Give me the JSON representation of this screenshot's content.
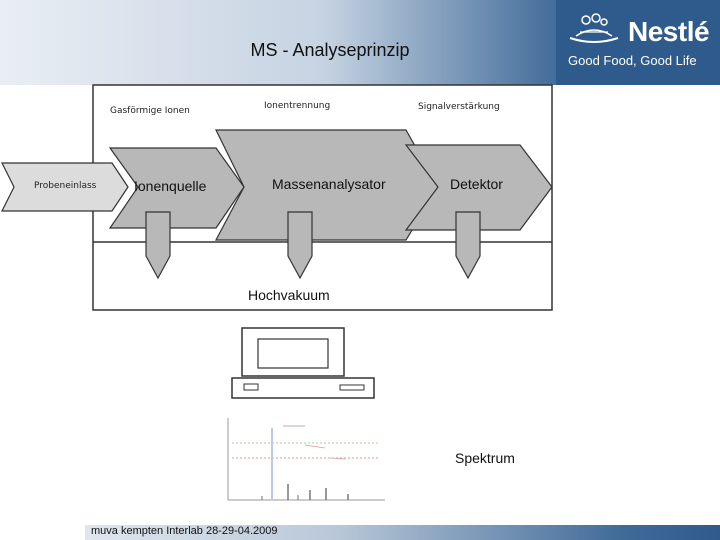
{
  "slide": {
    "title": "MS - Analyseprinzip",
    "footer": "muva kempten Interlab 28-29-04.2009"
  },
  "logo": {
    "brand": "Nestlé",
    "tagline": "Good Food, Good Life",
    "colors": {
      "band": "#2f5b8c",
      "text": "#ffffff"
    }
  },
  "diagram": {
    "top_labels": {
      "gas_ions": "Gasförmige Ionen",
      "ion_separation": "Ionentrennung",
      "signal_amp": "Signalverstärkung"
    },
    "stages": {
      "inlet": "Probeneinlass",
      "ion_source": "Ionenquelle",
      "mass_analyzer": "Massenanalysator",
      "detector": "Detektor"
    },
    "vacuum": "Hochvakuum",
    "spectrum": "Spektrum",
    "colors": {
      "arrow_fill": "#b8b8b8",
      "arrow_stroke": "#333333"
    }
  }
}
